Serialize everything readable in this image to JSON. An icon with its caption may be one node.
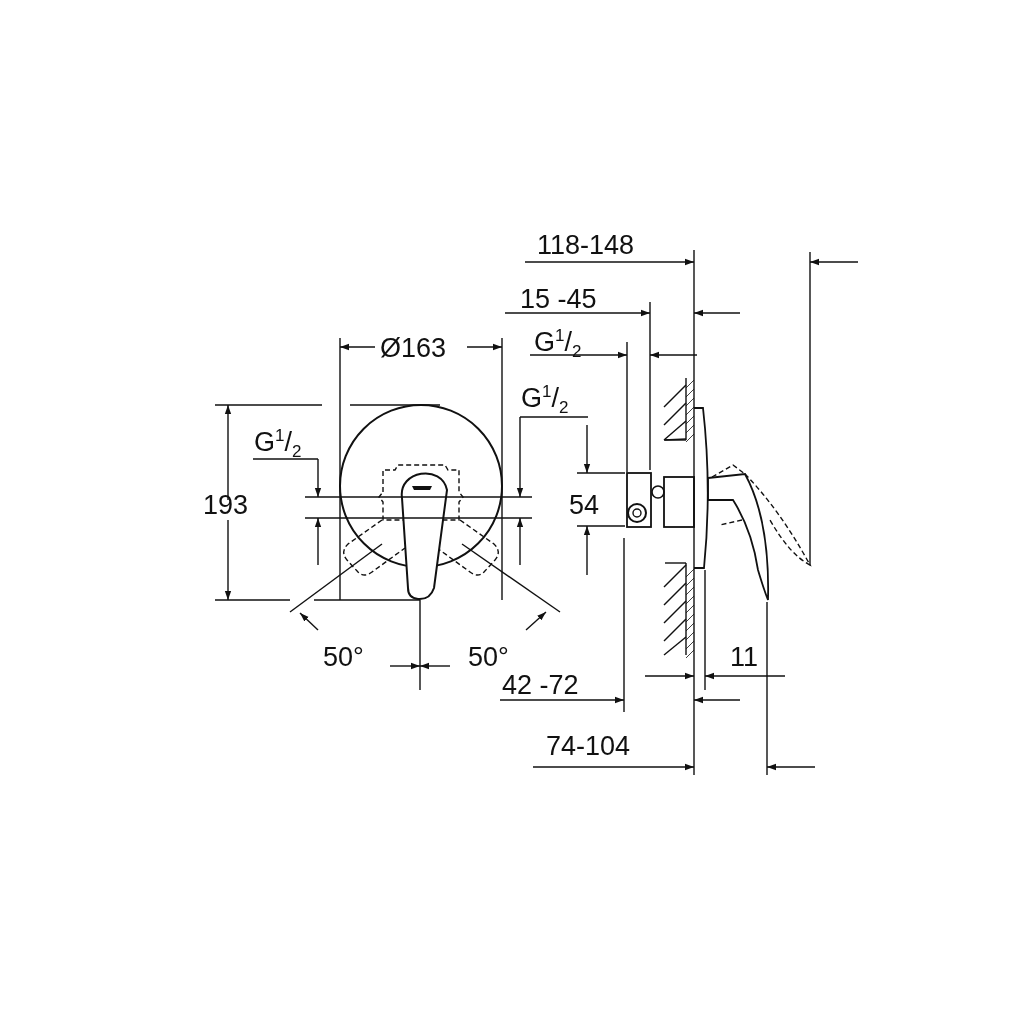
{
  "diagram": {
    "labels": [
      "118-148",
      "15 -45",
      "Ø163",
      "G$^{1}$/$_{2}$",
      "G$^{1}$/$_{2}$",
      "G$^{1}$/$_{2}$",
      "193",
      "54",
      "50°",
      "50°",
      "42 -72",
      "11",
      "74-104"
    ]
  }
}
